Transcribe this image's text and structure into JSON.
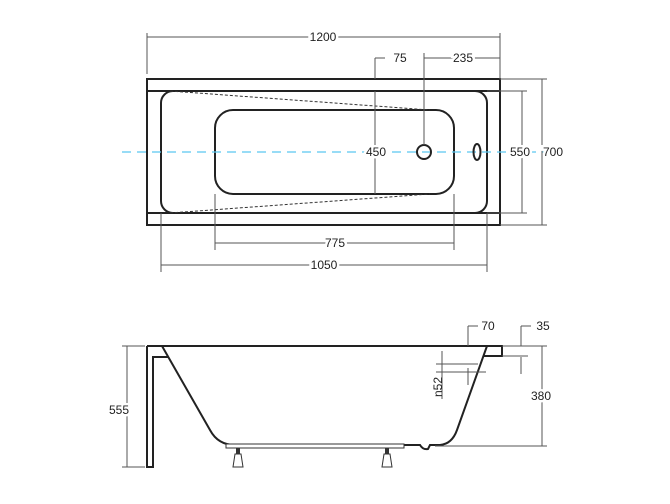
{
  "top_view": {
    "dimensions": {
      "overall_length": "1200",
      "outer_offset": "75",
      "drain_offset": "235",
      "basin_floor_width": "450",
      "inner_width": "550",
      "overall_width": "700",
      "basin_floor_length": "775",
      "inner_length": "1050"
    },
    "centerline_color": "#5bc8f0"
  },
  "side_view": {
    "dimensions": {
      "total_height": "555",
      "rim_overhang": "70",
      "rim_thickness": "35",
      "depth": "380",
      "overflow": "n52"
    }
  }
}
